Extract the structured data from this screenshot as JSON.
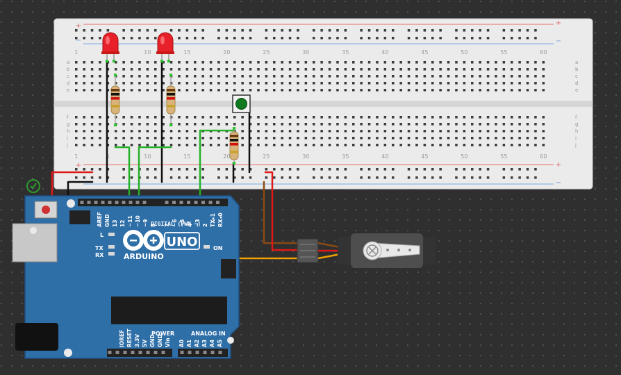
{
  "breadboard": {
    "column_numbers": [
      "1",
      "5",
      "10",
      "15",
      "20",
      "25",
      "30",
      "35",
      "40",
      "45",
      "50",
      "55",
      "60"
    ],
    "row_letters_top": [
      "a",
      "b",
      "c",
      "d",
      "e"
    ],
    "row_letters_bottom": [
      "f",
      "g",
      "h",
      "i",
      "j"
    ],
    "plus_sign": "+",
    "minus_sign": "−"
  },
  "arduino": {
    "logo_text": "ARDUINO",
    "model": "UNO",
    "digital_header_label": "DIGITAL (PWM ~)",
    "digital_pins": [
      "AREF",
      "GND",
      "13",
      "12",
      "~11",
      "~10",
      "~9",
      "8",
      "7",
      "~6",
      "~5",
      "4",
      "~3",
      "2",
      "TX▸1",
      "RX◂0"
    ],
    "led_l": "L",
    "led_tx": "TX",
    "led_rx": "RX",
    "led_on": "ON",
    "power_label": "POWER",
    "analog_label": "ANALOG IN",
    "power_pins": [
      "IOREF",
      "RESET",
      "3.3V",
      "5V",
      "GND",
      "GND",
      "Vin"
    ],
    "analog_pins": [
      "A0",
      "A1",
      "A2",
      "A3",
      "A4",
      "A5"
    ]
  },
  "colors": {
    "wire_red": "#e01818",
    "wire_black": "#101010",
    "wire_green": "#25b02a",
    "wire_orange": "#f0a000",
    "wire_brown": "#8a4a14",
    "board_blue": "#2f6fa8",
    "led_red": "#e8202a",
    "button_green": "#0f7a1f"
  }
}
